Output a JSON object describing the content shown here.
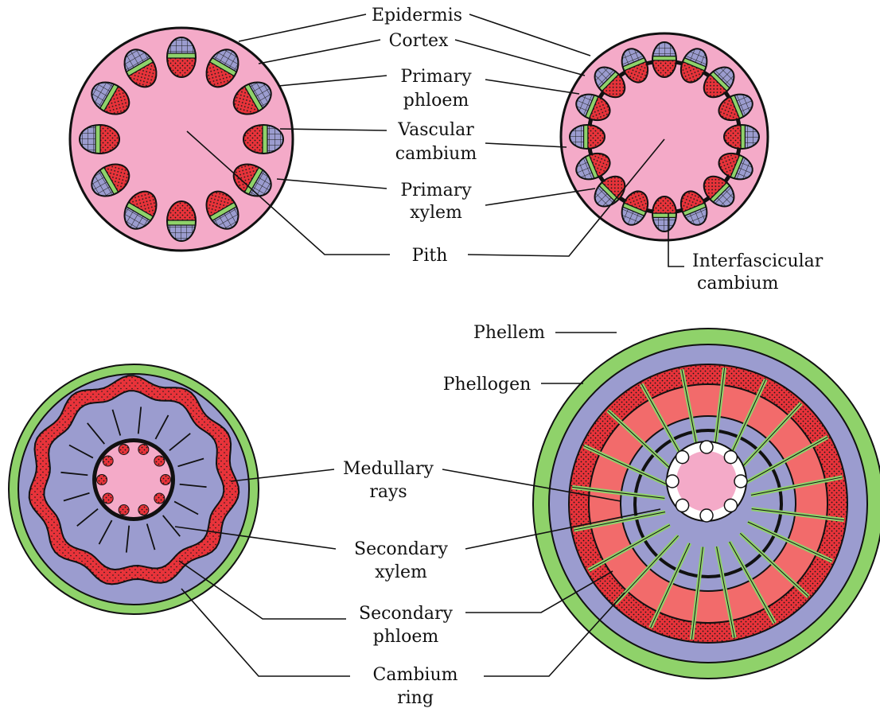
{
  "labels": {
    "epidermis": "Epidermis",
    "cortex": "Cortex",
    "primary_phloem": [
      "Primary",
      "phloem"
    ],
    "vascular_cambium": [
      "Vascular",
      "cambium"
    ],
    "primary_xylem": [
      "Primary",
      "xylem"
    ],
    "pith": "Pith",
    "interfascicular_cambium": [
      "Interfascicular",
      "cambium"
    ],
    "phellem": "Phellem",
    "phellogen": "Phellogen",
    "medullary_rays": [
      "Medullary",
      "rays"
    ],
    "secondary_xylem": [
      "Secondary",
      "xylem"
    ],
    "secondary_phloem": [
      "Secondary",
      "phloem"
    ],
    "cambium_ring": [
      "Cambium",
      "ring"
    ]
  },
  "colors": {
    "pith_cortex": "#f4aac8",
    "phloem_red": "#e8333a",
    "xylem_blue": "#9b9ccf",
    "cambium_green": "#8fd26a",
    "secondary_xylem": "#9b9ccf",
    "wood_red": "#f26b6b",
    "outline": "#111111"
  }
}
